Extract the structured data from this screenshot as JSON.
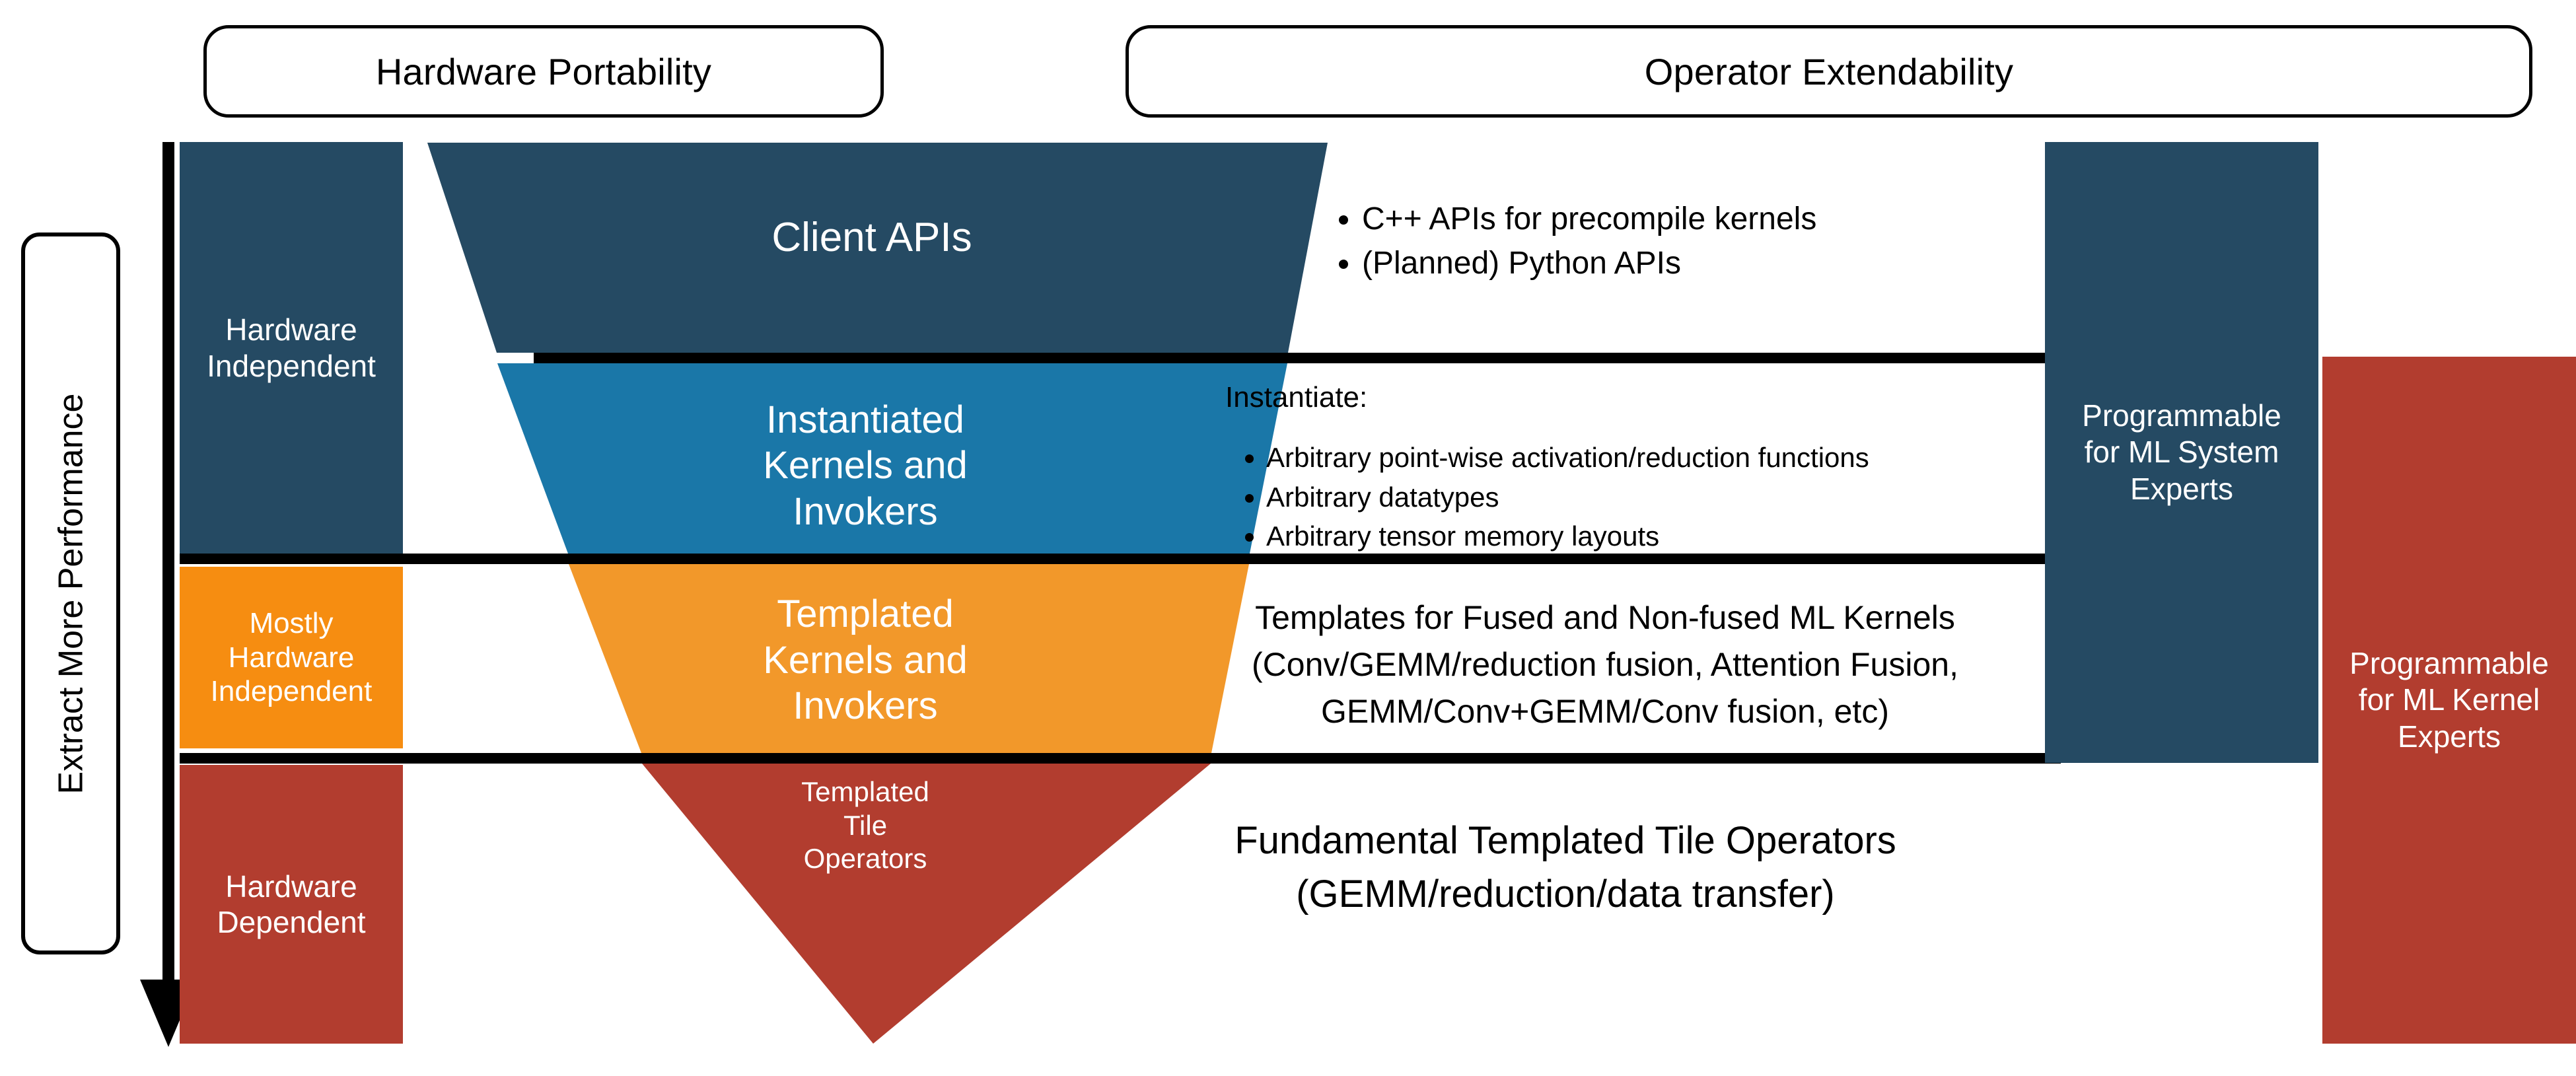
{
  "headers": {
    "hardware_portability": "Hardware Portability",
    "operator_extendability": "Operator Extendability"
  },
  "axis": {
    "performance_label": "Extract More Performance",
    "arrow_icon": "down-arrow-icon"
  },
  "levels": [
    {
      "key": "hardware_independent",
      "label": "Hardware\nIndependent",
      "color": "#254A63"
    },
    {
      "key": "mostly_hardware_independent",
      "label": "Mostly\nHardware\nIndependent",
      "color": "#F68D11"
    },
    {
      "key": "hardware_dependent",
      "label": "Hardware\nDependent",
      "color": "#B23D2F"
    }
  ],
  "funnel": [
    {
      "key": "client_apis",
      "label": "Client APIs",
      "color": "#254A63"
    },
    {
      "key": "instantiated_kernels",
      "label": "Instantiated\nKernels and\nInvokers",
      "color": "#1A77A8"
    },
    {
      "key": "templated_kernels",
      "label": "Templated\nKernels and\nInvokers",
      "color": "#F2982A"
    },
    {
      "key": "templated_tile_operators",
      "label": "Templated\nTile\nOperators",
      "color": "#B23D2F"
    }
  ],
  "descriptions": {
    "client_apis": {
      "bullets": [
        "C++ APIs for precompile kernels",
        "(Planned) Python APIs"
      ]
    },
    "instantiated_kernels": {
      "lead": "Instantiate:",
      "bullets": [
        "Arbitrary point-wise activation/reduction functions",
        "Arbitrary datatypes",
        "Arbitrary tensor memory layouts"
      ]
    },
    "templated_kernels": {
      "lines": [
        "Templates for Fused and Non-fused ML Kernels",
        "(Conv/GEMM/reduction fusion, Attention Fusion,",
        "GEMM/Conv+GEMM/Conv fusion, etc)"
      ]
    },
    "templated_tile_operators": {
      "lines": [
        "Fundamental Templated Tile Operators",
        "(GEMM/reduction/data transfer)"
      ]
    }
  },
  "personas": [
    {
      "key": "ml_system_experts",
      "label": "Programmable\nfor ML System\nExperts",
      "color": "#254A63"
    },
    {
      "key": "ml_kernel_experts",
      "label": "Programmable\nfor ML Kernel\nExperts",
      "color": "#B23D2F"
    }
  ],
  "colors": {
    "dark_blue": "#254A63",
    "medium_blue": "#1A77A8",
    "orange": "#F68D11",
    "funnel_orange": "#F2982A",
    "red": "#B23D2F",
    "black": "#000000",
    "white": "#FFFFFF"
  }
}
